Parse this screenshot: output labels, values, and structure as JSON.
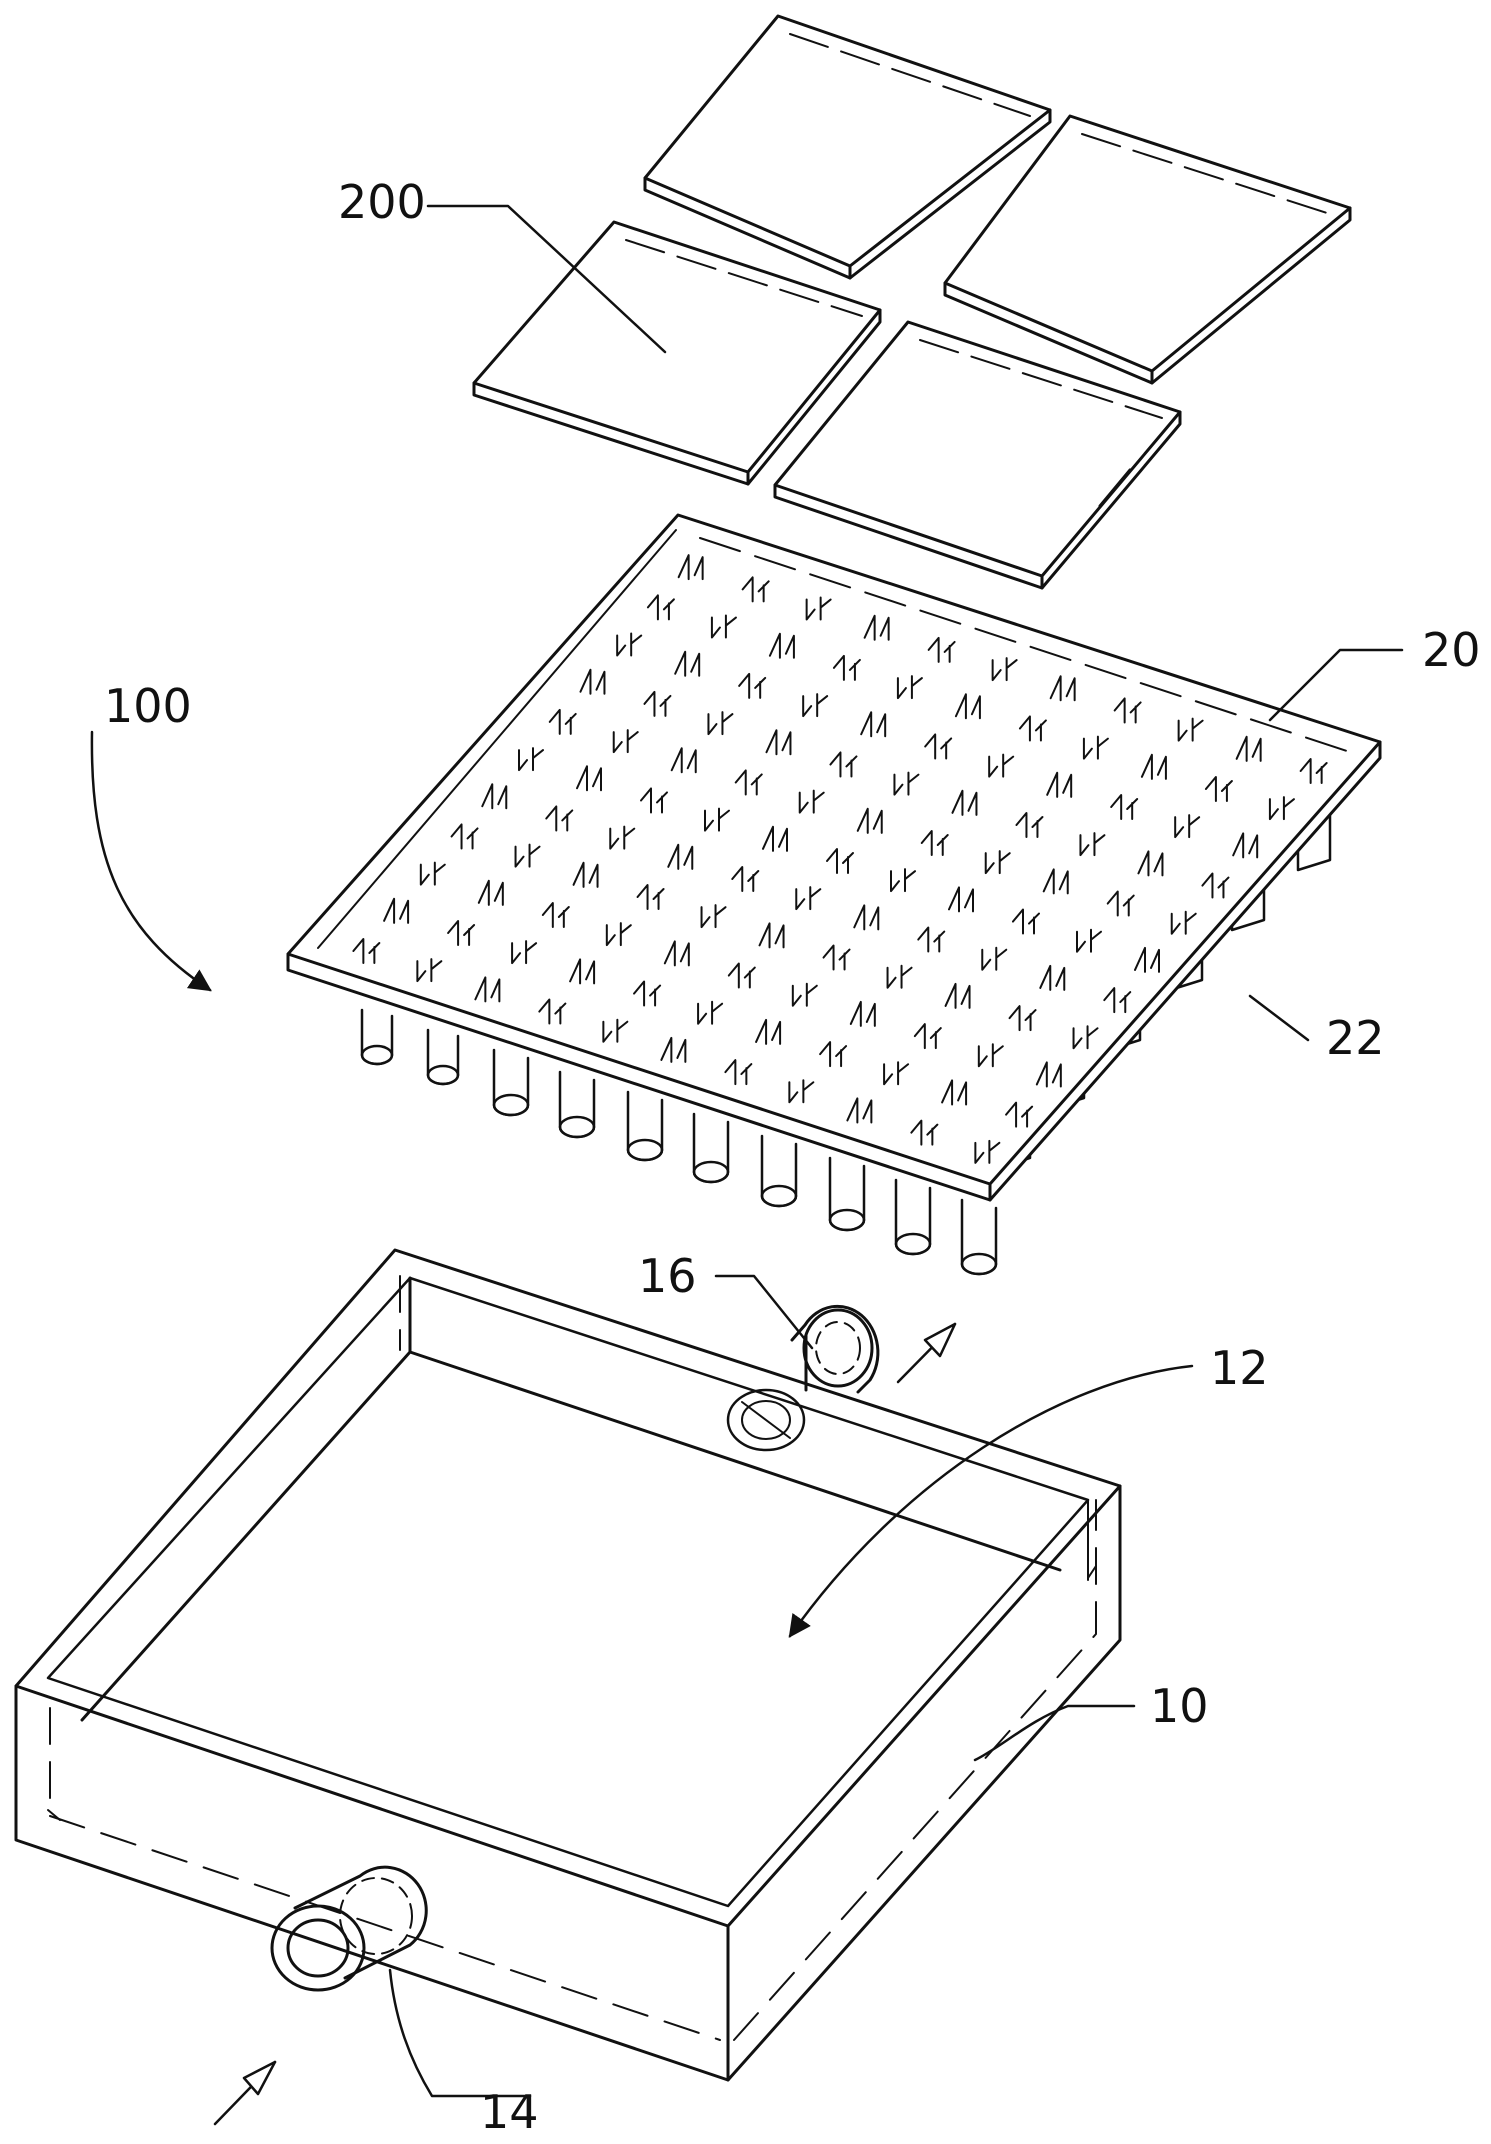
{
  "figure": {
    "labels": {
      "chips": "200",
      "plate": "20",
      "posts": "22",
      "device": "100",
      "cavity": "12",
      "outlet": "16",
      "housing": "10",
      "inlet": "14"
    },
    "colors": {
      "line": "#111111",
      "background": "#ffffff"
    }
  }
}
